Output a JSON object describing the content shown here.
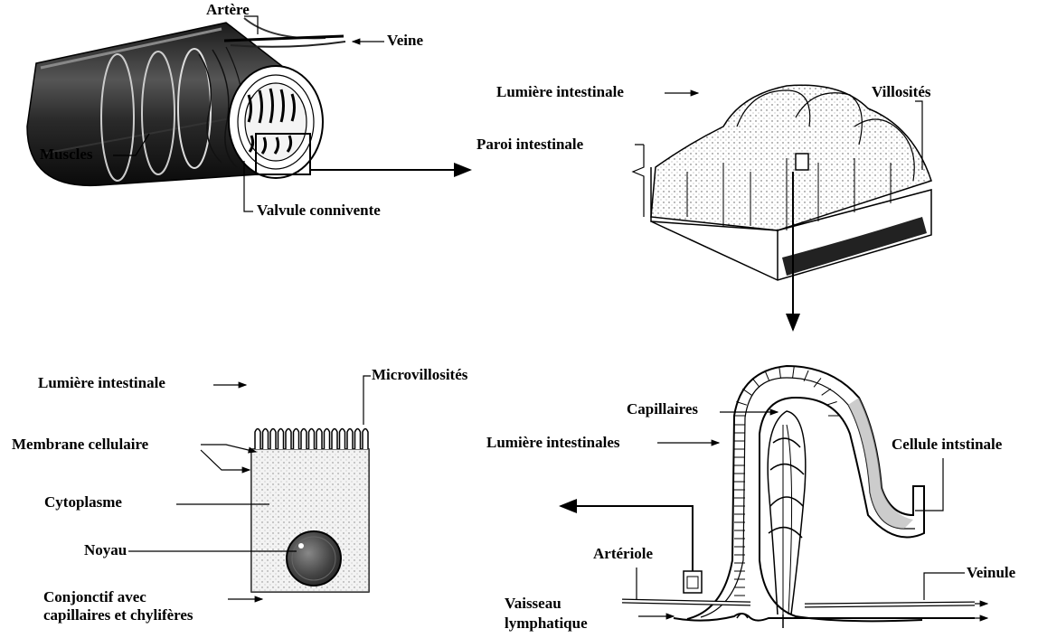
{
  "intestine": {
    "artery_label": "Artère",
    "vein_label": "Veine",
    "muscles_label": "Muscles",
    "valve_label": "Valvule connivente"
  },
  "wall": {
    "lumen_label": "Lumière intestinale",
    "villi_label": "Villosités",
    "wall_label": "Paroi intestinale"
  },
  "cell": {
    "lumen_label": "Lumière intestinale",
    "microvilli_label": "Microvillosités",
    "membrane_label": "Membrane cellulaire",
    "cytoplasm_label": "Cytoplasme",
    "nucleus_label": "Noyau",
    "connective_label_line1": "Conjonctif avec",
    "connective_label_line2": "capillaires et chylifères"
  },
  "villus": {
    "capillaries_label": "Capillaires",
    "lumen_label": "Lumière intestinales",
    "cell_label": "Cellule intstinale",
    "arteriole_label": "Artériole",
    "venule_label": "Veinule",
    "lymph_label_line1": "Vaisseau",
    "lymph_label_line2": "lymphatique"
  }
}
